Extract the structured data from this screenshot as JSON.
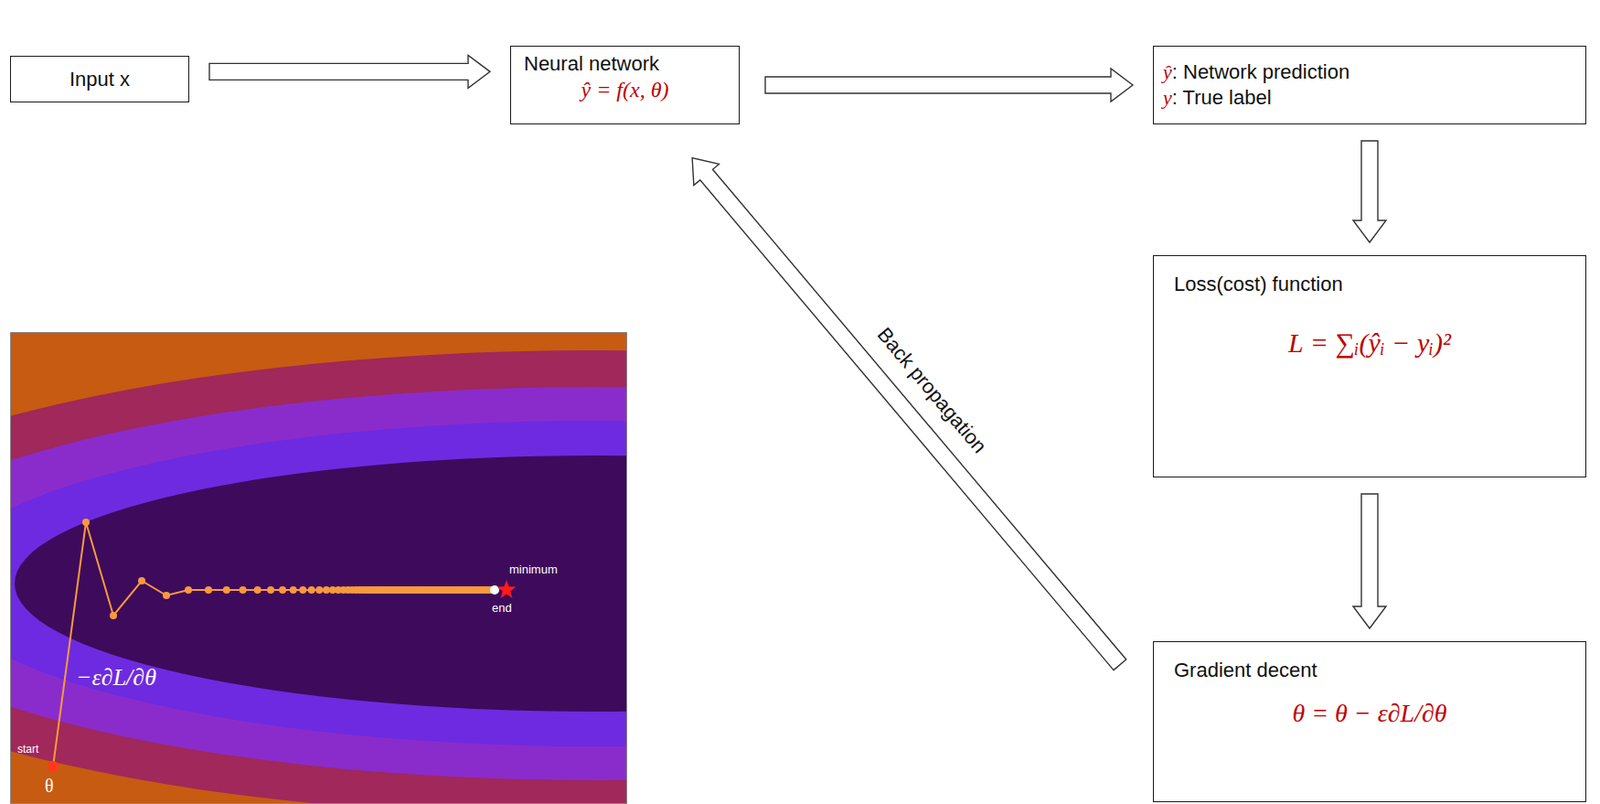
{
  "diagram": {
    "nodes": [
      {
        "text": [
          "Input x"
        ]
      },
      {
        "text": [
          "Neural network",
          "ŷ = f(x, θ)"
        ]
      },
      {
        "text": [
          "ŷ: Network prediction",
          "y: True label"
        ]
      },
      {
        "text": [
          "Loss(cost) function",
          "L = ∑ᵢ(ŷᵢ − yᵢ)²"
        ]
      },
      {
        "text": [
          "Gradient decent",
          "θ = θ − ε∂L/∂θ"
        ]
      }
    ],
    "edges": [
      {
        "from": 0,
        "to": 1,
        "arrow": "to"
      },
      {
        "from": 1,
        "to": 2,
        "arrow": "to"
      },
      {
        "from": 2,
        "to": 3,
        "arrow": "to"
      },
      {
        "from": 3,
        "to": 4,
        "arrow": "to"
      },
      {
        "from": 4,
        "to": 1,
        "label": "Back propagation",
        "arrow": "to"
      }
    ],
    "labels": [
      "minimum",
      "end",
      "start",
      "θ",
      "−ε∂L/∂θ"
    ]
  }
}
